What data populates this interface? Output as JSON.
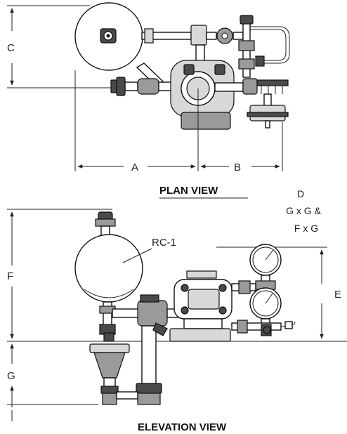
{
  "plan_view": {
    "title": "PLAN VIEW",
    "dims": {
      "a": "A",
      "b": "B",
      "c": "C"
    }
  },
  "elevation_view": {
    "title": "ELEVATION VIEW",
    "dims": {
      "d": "D",
      "d_line1": "G x G &",
      "d_line2": "F x G",
      "e": "E",
      "f": "F",
      "g": "G"
    },
    "component_label": "RC-1"
  },
  "colors": {
    "line": "#222222",
    "dark_fill": "#4a4a4a",
    "mid_fill": "#9a9a9a",
    "light_fill": "#d8d8d8"
  }
}
